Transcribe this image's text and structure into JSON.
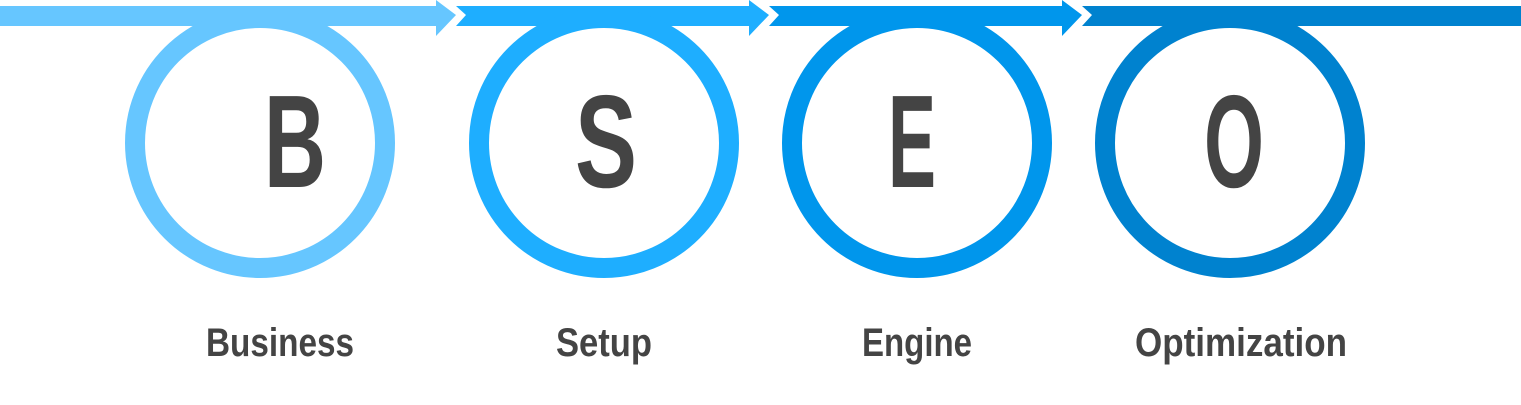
{
  "steps": [
    {
      "letter": "B",
      "label": "Business",
      "color": "#66c6ff"
    },
    {
      "letter": "S",
      "label": "Setup",
      "color": "#1eaeff"
    },
    {
      "letter": "E",
      "label": "Engine",
      "color": "#0096ec"
    },
    {
      "letter": "O",
      "label": "Optimization",
      "color": "#0082cf"
    }
  ]
}
